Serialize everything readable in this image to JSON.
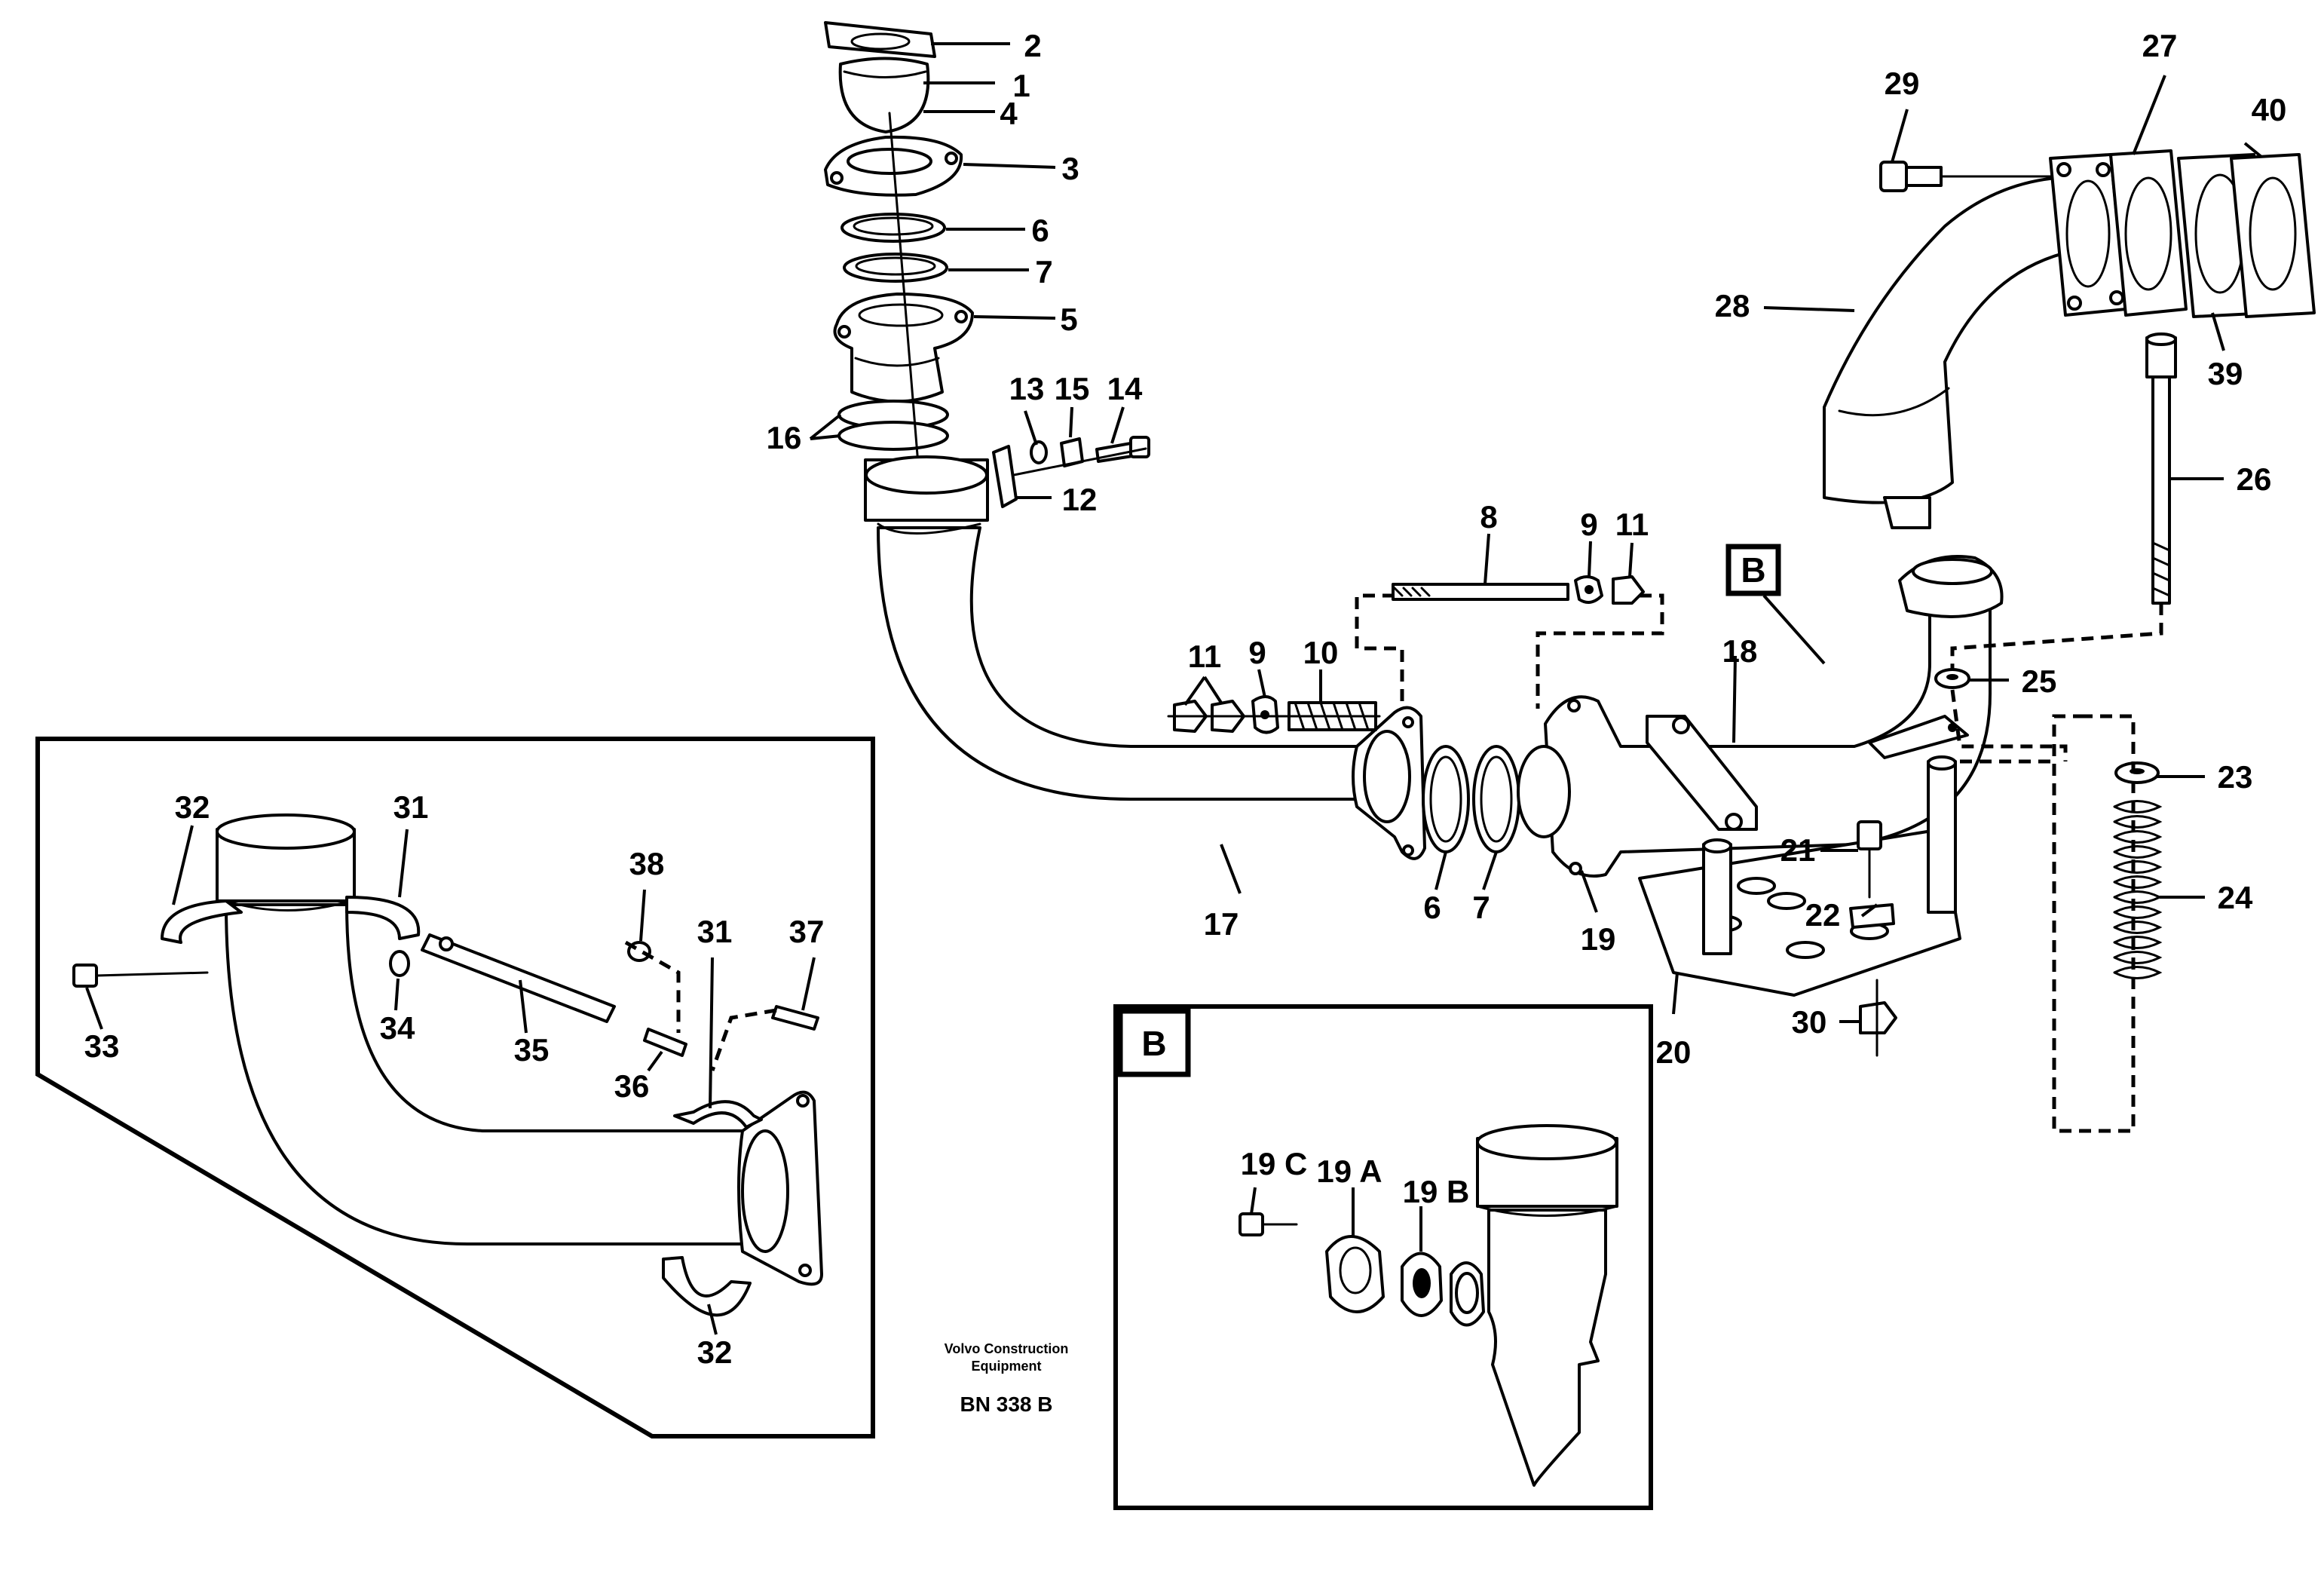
{
  "labels": {
    "p1": "1",
    "p2": "2",
    "p3": "3",
    "p4": "4",
    "p5": "5",
    "p6a": "6",
    "p7a": "7",
    "p6b": "6",
    "p7b": "7",
    "p8": "8",
    "p9a": "9",
    "p9b": "9",
    "p10": "10",
    "p11a": "11",
    "p11b": "11",
    "p12": "12",
    "p13": "13",
    "p14": "14",
    "p15": "15",
    "p16": "16",
    "p17": "17",
    "p18": "18",
    "p19": "19",
    "p20": "20",
    "p21": "21",
    "p22": "22",
    "p23": "23",
    "p24": "24",
    "p25": "25",
    "p26": "26",
    "p27": "27",
    "p28": "28",
    "p29": "29",
    "p30": "30",
    "p31a": "31",
    "p31b": "31",
    "p32a": "32",
    "p32b": "32",
    "p33": "33",
    "p34": "34",
    "p35": "35",
    "p36": "36",
    "p37": "37",
    "p38": "38",
    "p39": "39",
    "p40": "40",
    "p19c": "19 C",
    "p19a": "19 A",
    "p19b": "19 B"
  },
  "detail_marker": "B",
  "detail_box_title": "B",
  "footer": {
    "maker_line1": "Volvo Construction",
    "maker_line2": "Equipment",
    "code": "BN 338 B"
  }
}
